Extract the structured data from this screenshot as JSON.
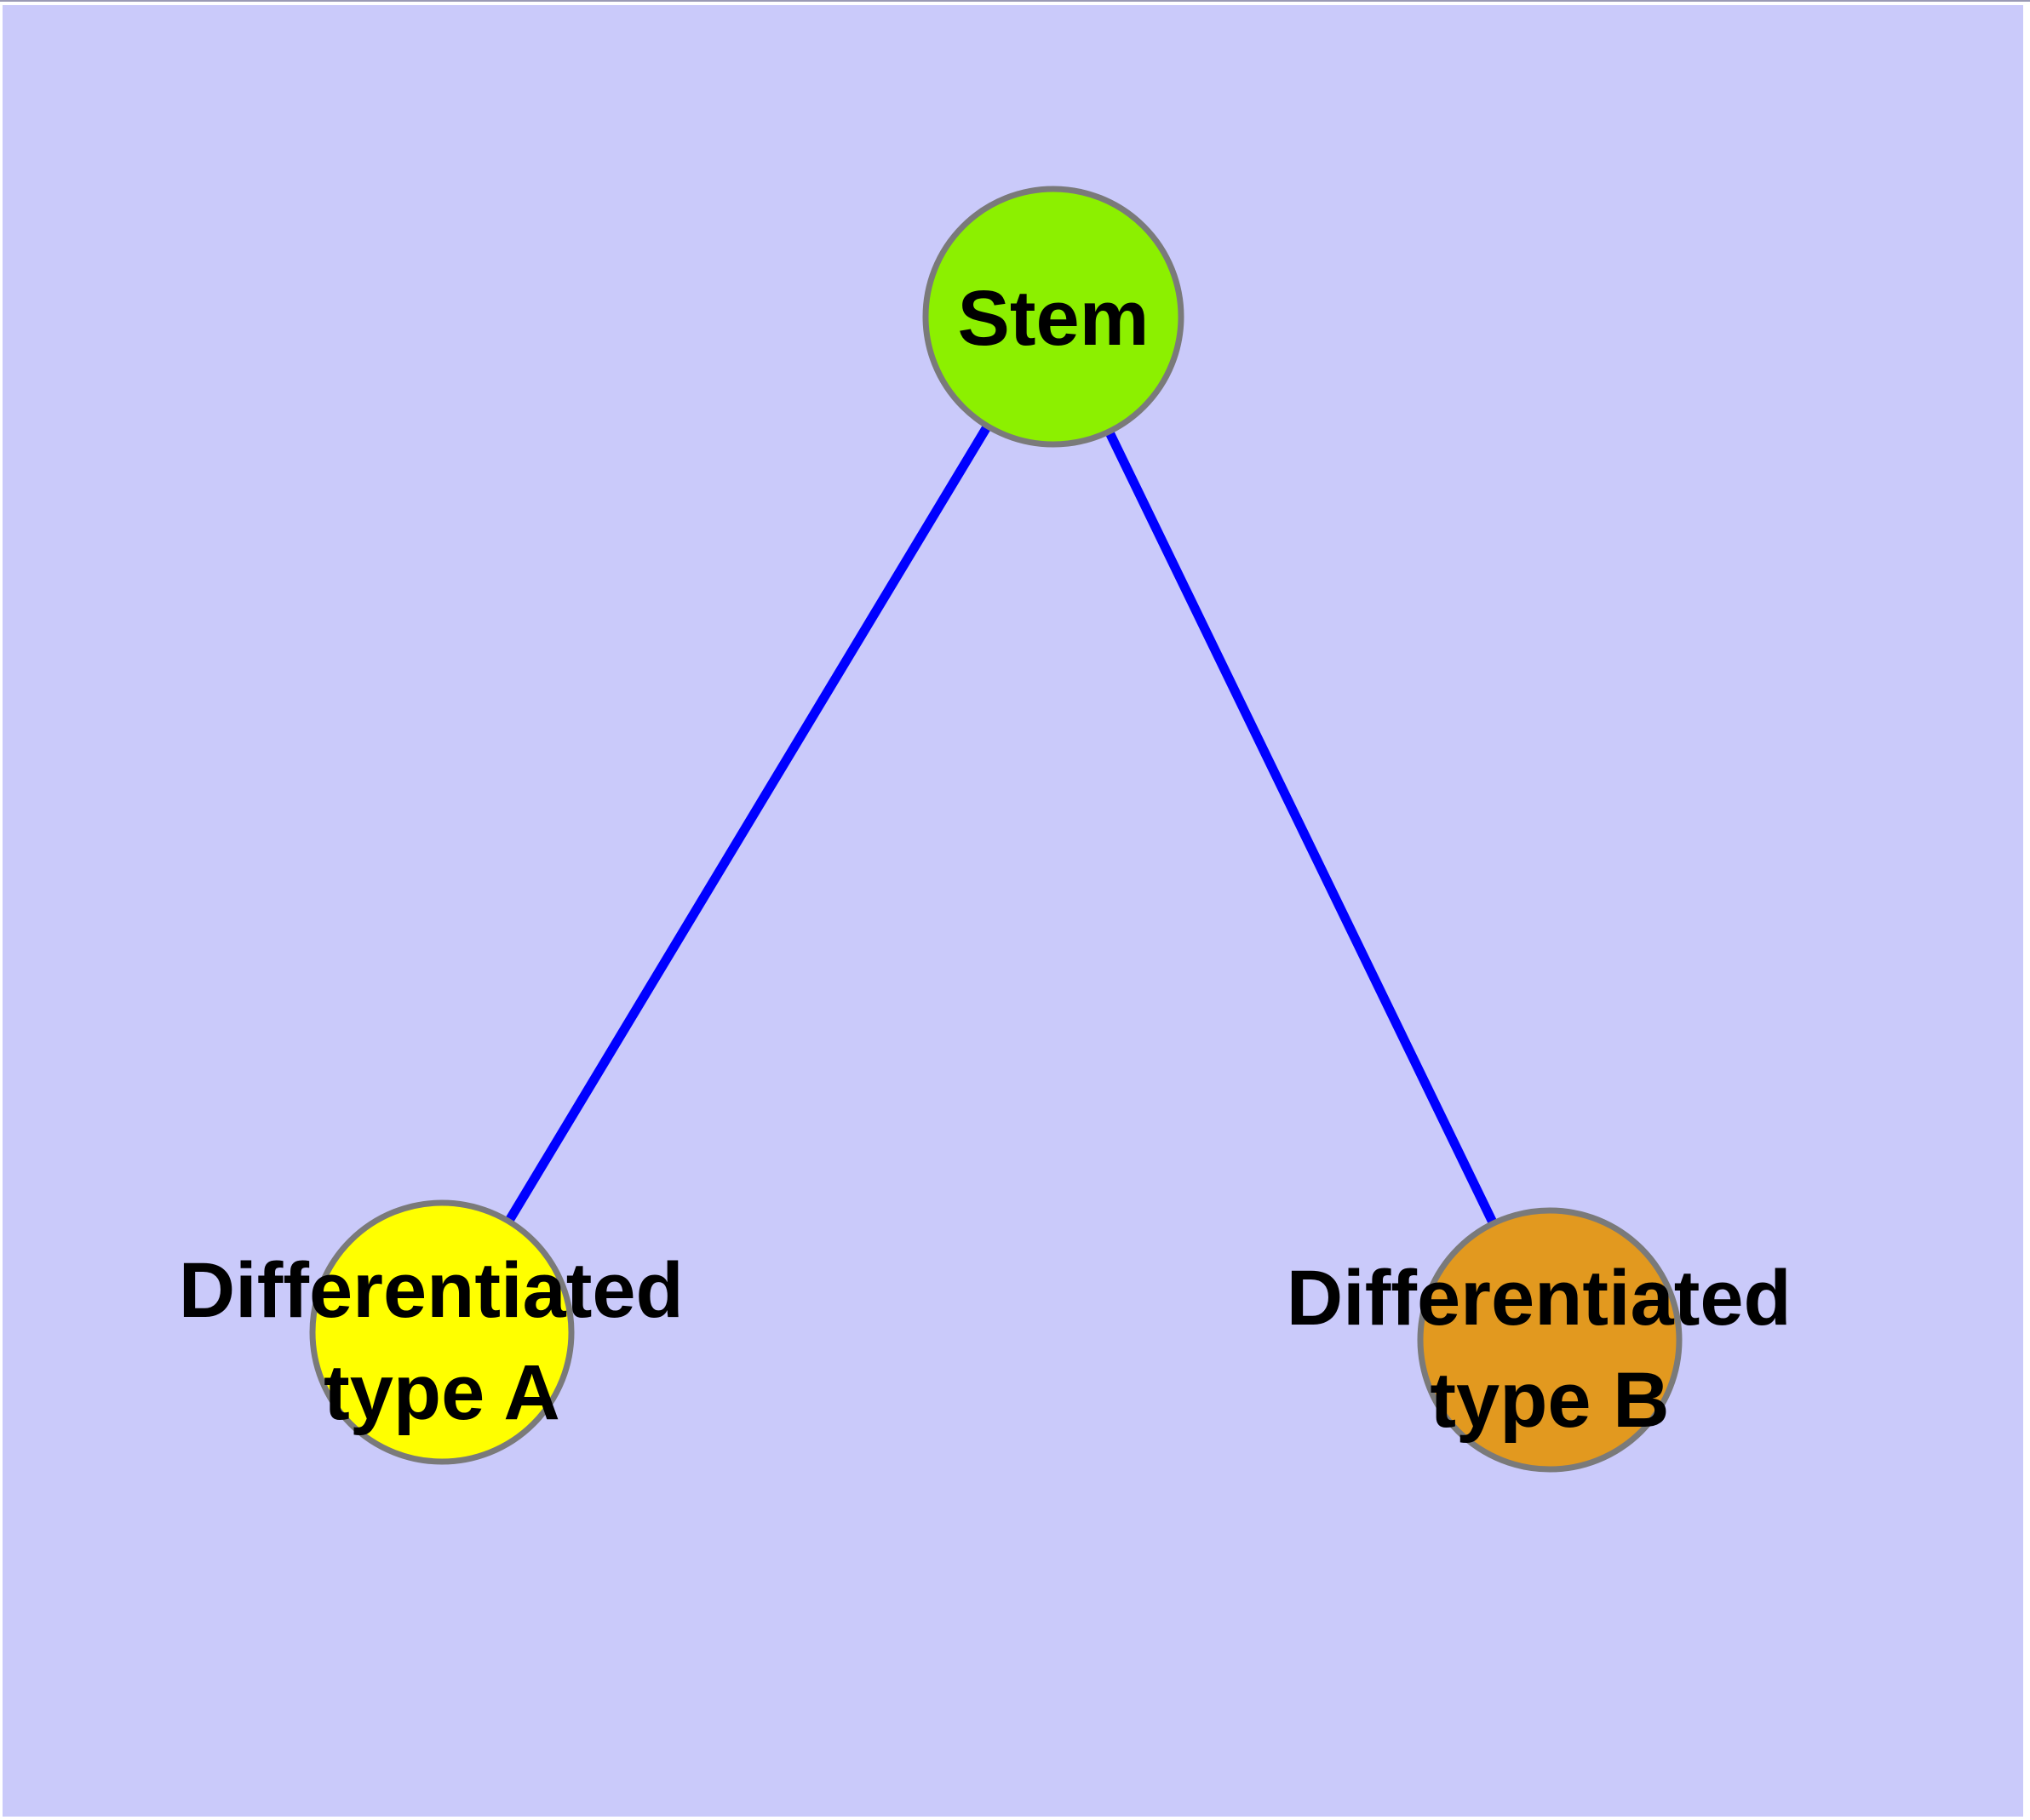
{
  "figure": {
    "background_color": "#CACAFA",
    "frame_top_line_color": "#9a9ab4",
    "node_border_color": "#7A7A7A",
    "edge_color": "#0000FF",
    "nodes": {
      "stem": {
        "label": "Stem",
        "fill": "#8CF000"
      },
      "type_a": {
        "label": "Differentiated type A",
        "line1": "Differentiated",
        "line2": "type A",
        "fill": "#FFFF00"
      },
      "type_b": {
        "label": "Differentiated type B",
        "line1": "Differentiated",
        "line2": "type B",
        "fill": "#E2991F"
      }
    },
    "edges": [
      {
        "from": "Stem",
        "to": "Differentiated type A"
      },
      {
        "from": "Stem",
        "to": "Differentiated type B"
      }
    ]
  }
}
